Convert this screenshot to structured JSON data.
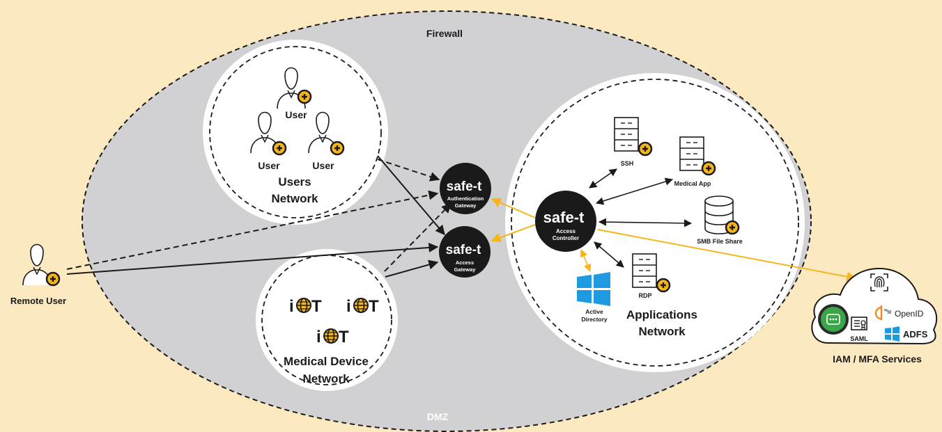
{
  "colors": {
    "background": "#fde9c0",
    "dmz_fill": "#d1d1d3",
    "accent": "#f5b51b",
    "dark": "#1a1a1a",
    "white": "#ffffff"
  },
  "zones": {
    "firewall_label": "Firewall",
    "dmz_label": "DMZ"
  },
  "users_network": {
    "users": [
      "User",
      "User",
      "User"
    ],
    "title_line1": "Users",
    "title_line2": "Network"
  },
  "iot_network": {
    "device_label": "i●T",
    "title_line1": "Medical Device",
    "title_line2": "Network"
  },
  "remote_user": {
    "label": "Remote User"
  },
  "gateways": {
    "brand": "safe-t",
    "auth_line1": "Authentication",
    "auth_line2": "Gateway",
    "access_line1": "Access",
    "access_line2": "Gateway"
  },
  "controller": {
    "brand": "safe-t",
    "line1": "Access",
    "line2": "Controller"
  },
  "apps_network": {
    "ssh": "SSH",
    "medical_app": "Medical App",
    "smb": "SMB File Share",
    "rdp": "RDP",
    "ad_line1": "Active",
    "ad_line2": "Directory",
    "title_line1": "Applications",
    "title_line2": "Network"
  },
  "iam": {
    "saml": "SAML",
    "openid": "OpenID",
    "adfs": "ADFS",
    "title": "IAM / MFA Services"
  },
  "icons": [
    "user-icon",
    "plus-badge-icon",
    "server-icon",
    "database-icon",
    "windows-icon",
    "fingerprint-icon",
    "cloud-icon",
    "globe-icon",
    "certificate-icon",
    "openid-icon",
    "oauth-icon"
  ]
}
